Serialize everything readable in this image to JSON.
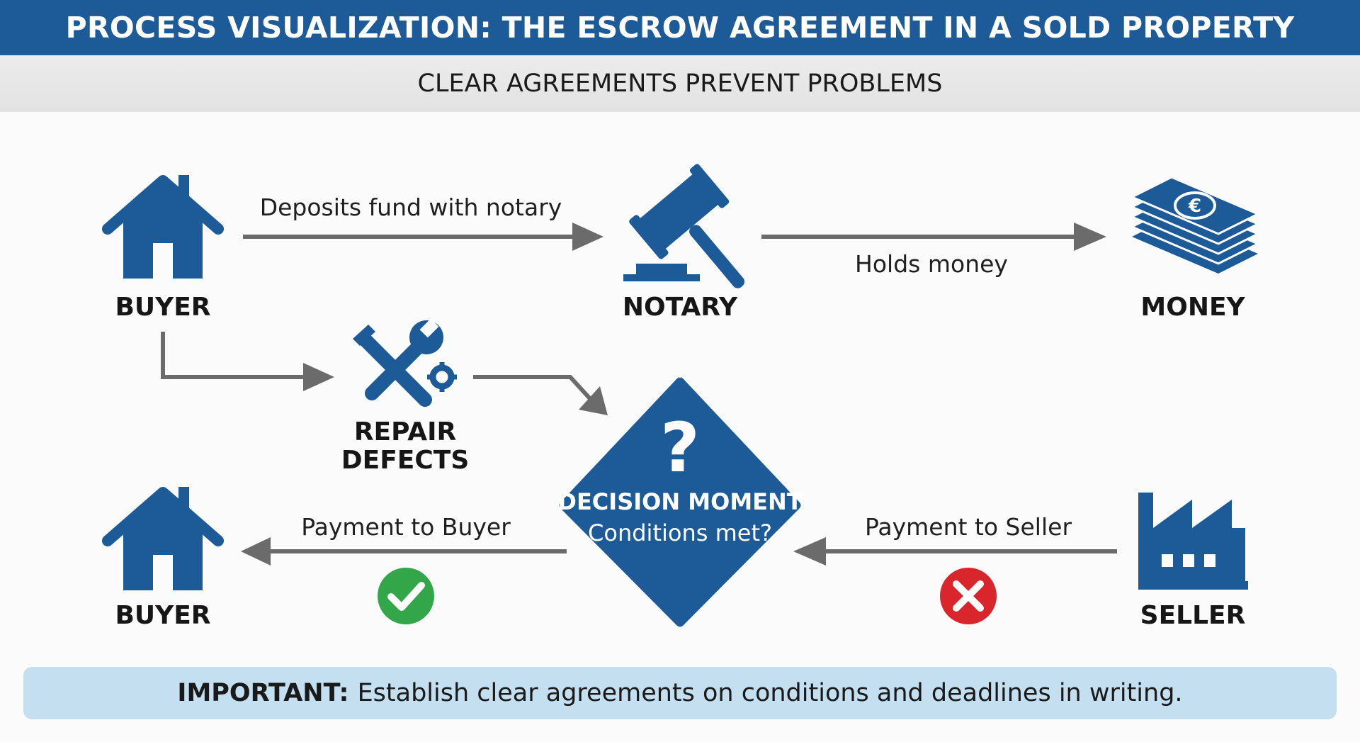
{
  "title": "PROCESS VISUALIZATION: THE ESCROW AGREEMENT IN A SOLD PROPERTY",
  "subtitle": "CLEAR AGREEMENTS PREVENT PROBLEMS",
  "nodes": {
    "buyer_top": "BUYER",
    "notary": "NOTARY",
    "money": "MONEY",
    "repair_line1": "REPAIR",
    "repair_line2": "DEFECTS",
    "buyer_bottom": "BUYER",
    "seller": "SELLER"
  },
  "edges": {
    "deposit": "Deposits fund with notary",
    "holds": "Holds money",
    "payment_buyer": "Payment to Buyer",
    "payment_seller": "Payment to Seller"
  },
  "decision": {
    "title": "DECISION MOMENT",
    "question": "Conditions met?"
  },
  "footer": {
    "label": "IMPORTANT:",
    "text": "Establish clear agreements on conditions and deadlines in writing."
  },
  "icons": {
    "buyer": "house-icon",
    "notary": "gavel-icon",
    "money": "money-stack-icon",
    "repair": "wrench-screwdriver-icon",
    "decision": "question-mark-icon",
    "seller": "factory-icon",
    "approve": "check-circle-icon",
    "reject": "x-circle-icon",
    "sparkle": "sparkle-icon"
  },
  "colors": {
    "primary_blue": "#1d5b98",
    "arrow_gray": "#6b6b6b",
    "check_green": "#33a64a",
    "cross_red": "#d9262c",
    "footer_bg": "#c3dff0"
  }
}
